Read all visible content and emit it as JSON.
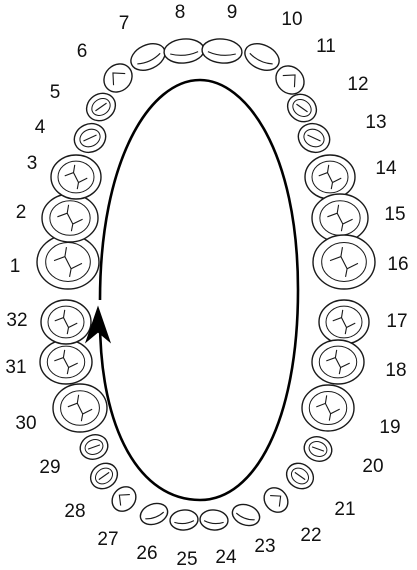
{
  "diagram": {
    "numbering_system": "Universal",
    "colors": {
      "ink": "#111111",
      "background": "#ffffff"
    },
    "direction": "clockwise from tooth 1 to tooth 32",
    "teeth": [
      {
        "number": "1"
      },
      {
        "number": "2"
      },
      {
        "number": "3"
      },
      {
        "number": "4"
      },
      {
        "number": "5"
      },
      {
        "number": "6"
      },
      {
        "number": "7"
      },
      {
        "number": "8"
      },
      {
        "number": "9"
      },
      {
        "number": "10"
      },
      {
        "number": "11"
      },
      {
        "number": "12"
      },
      {
        "number": "13"
      },
      {
        "number": "14"
      },
      {
        "number": "15"
      },
      {
        "number": "16"
      },
      {
        "number": "17"
      },
      {
        "number": "18"
      },
      {
        "number": "19"
      },
      {
        "number": "20"
      },
      {
        "number": "21"
      },
      {
        "number": "22"
      },
      {
        "number": "23"
      },
      {
        "number": "24"
      },
      {
        "number": "25"
      },
      {
        "number": "26"
      },
      {
        "number": "27"
      },
      {
        "number": "28"
      },
      {
        "number": "29"
      },
      {
        "number": "30"
      },
      {
        "number": "31"
      },
      {
        "number": "32"
      }
    ]
  }
}
